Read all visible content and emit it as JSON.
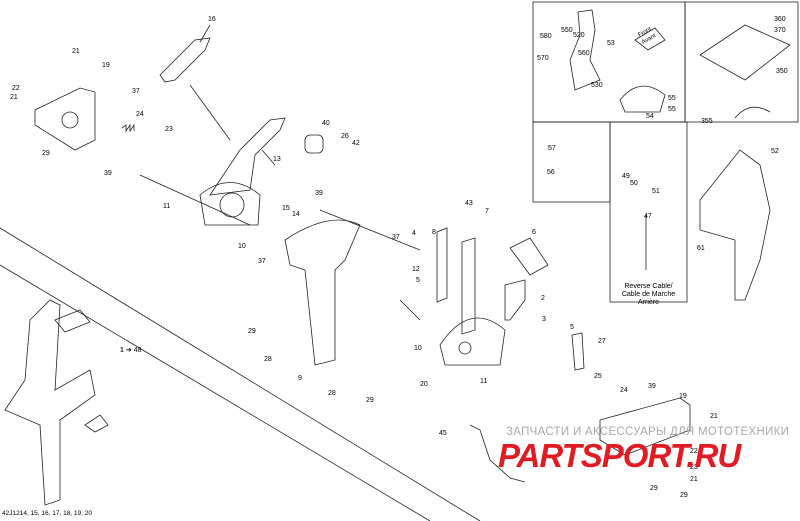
{
  "callouts": [
    "16",
    "21",
    "19",
    "22",
    "21",
    "37",
    "24",
    "23",
    "29",
    "39",
    "40",
    "26",
    "42",
    "13",
    "11",
    "15",
    "14",
    "39",
    "10",
    "37",
    "43",
    "7",
    "6",
    "8",
    "4",
    "37",
    "12",
    "5",
    "1",
    "2",
    "3",
    "5",
    "27",
    "29",
    "28",
    "9",
    "28",
    "29",
    "10",
    "20",
    "11",
    "25",
    "24",
    "39",
    "19",
    "21",
    "45",
    "22",
    "23",
    "21",
    "29",
    "29",
    "1 ➔ 48",
    "580",
    "550",
    "520",
    "560",
    "570",
    "53",
    "530",
    "55",
    "55",
    "54",
    "360",
    "370",
    "350",
    "355",
    "52",
    "57",
    "56",
    "49",
    "50",
    "51",
    "47",
    "61"
  ],
  "insets": {
    "reverse_cable": "Reverse Cable/\nCable de Marche Arrière",
    "front_avant": "Front\nAvant"
  },
  "watermark": {
    "tagline": "ЗАПЧАСТИ И АКСЕССУАРЫ ДЛЯ МОТОТЕХНИКИ",
    "logo": "PARTSPORT.RU"
  },
  "footer": "42J1214, 15, 16, 17, 18, 19, 20"
}
